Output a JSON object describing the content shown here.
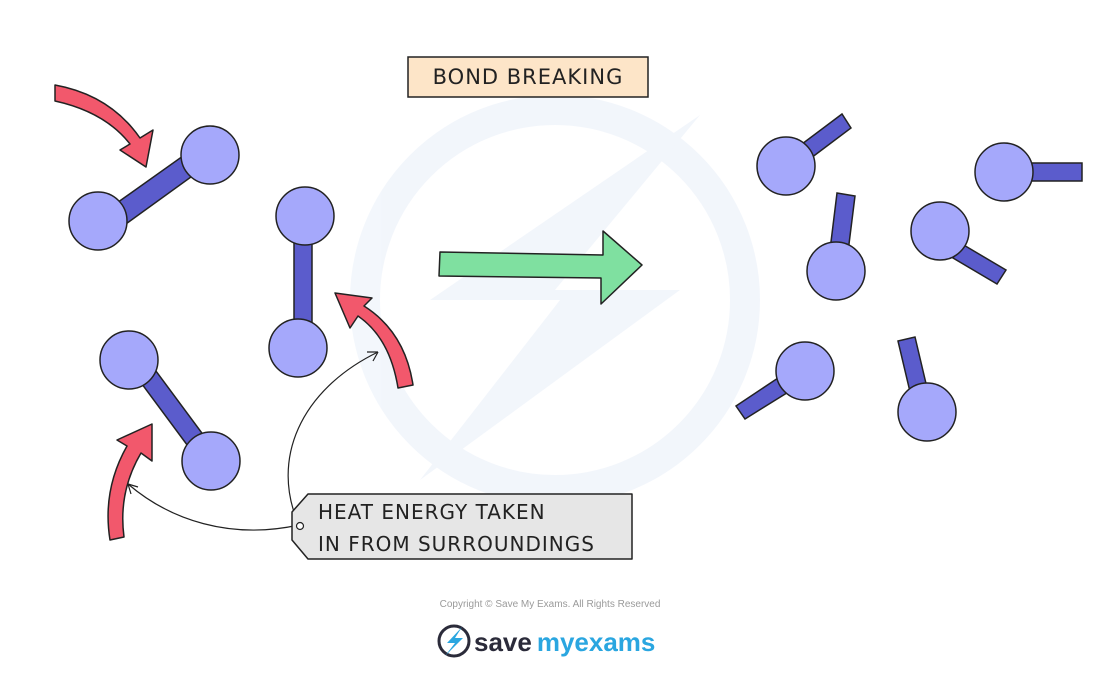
{
  "title": "BOND BREAKING",
  "label": {
    "line1": "HEAT ENERGY TAKEN",
    "line2": "IN FROM SURROUNDINGS"
  },
  "footer": {
    "copyright": "Copyright © Save My Exams. All Rights Reserved",
    "brand_save": "save",
    "brand_my": "my",
    "brand_exams": "exams"
  },
  "colors": {
    "atom_fill": "#a5a8fb",
    "bond_fill": "#5b5ccc",
    "heat_arrow": "#f2586c",
    "reaction_arrow": "#7fe0a0",
    "title_box": "#fde5c8",
    "label_box": "#e6e6e6",
    "brand_dark": "#2b2b3a",
    "brand_blue": "#2aa6e0"
  },
  "icons": [
    "lightning-logo-icon",
    "watermark-icon"
  ]
}
